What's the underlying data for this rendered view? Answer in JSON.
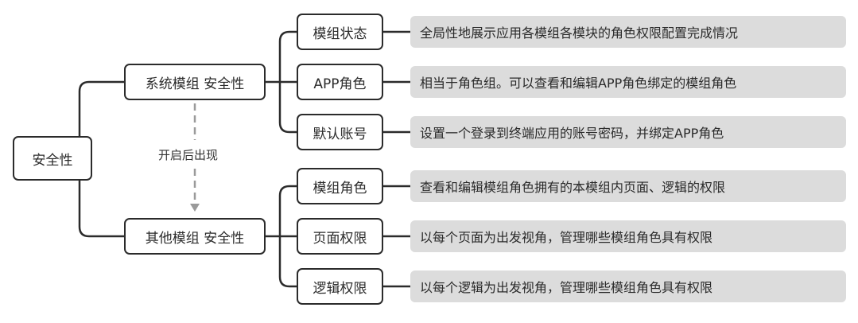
{
  "root": {
    "label": "安全性"
  },
  "groups": [
    {
      "label": "系统模组 安全性",
      "items": [
        {
          "label": "模组状态",
          "desc": "全局性地展示应用各模组各模块的角色权限配置完成情况"
        },
        {
          "label": "APP角色",
          "desc": "相当于角色组。可以查看和编辑APP角色绑定的模组角色"
        },
        {
          "label": "默认账号",
          "desc": "设置一个登录到终端应用的账号密码，并绑定APP角色"
        }
      ]
    },
    {
      "label": "其他模组 安全性",
      "items": [
        {
          "label": "模组角色",
          "desc": "查看和编辑模组角色拥有的本模组内页面、逻辑的权限"
        },
        {
          "label": "页面权限",
          "desc": "以每个页面为出发视角，管理哪些模组角色具有权限"
        },
        {
          "label": "逻辑权限",
          "desc": "以每个逻辑为出发视角，管理哪些模组角色具有权限"
        }
      ]
    }
  ],
  "transition": {
    "label": "开启后出现"
  }
}
